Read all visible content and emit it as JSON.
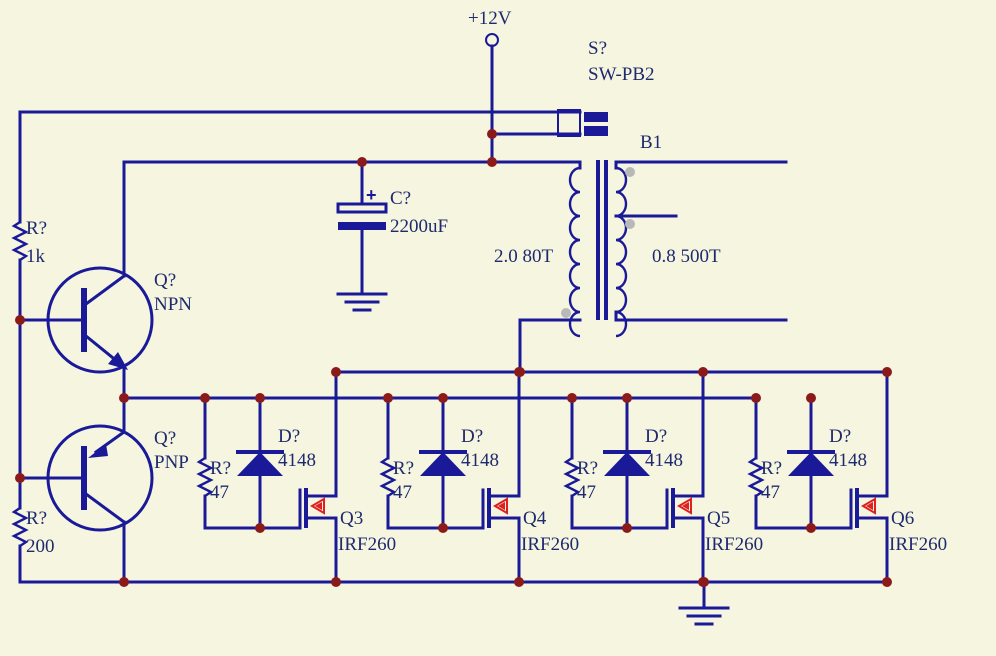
{
  "schematic": {
    "supply": {
      "label": "+12V"
    },
    "switch": {
      "ref": "S?",
      "value": "SW-PB2"
    },
    "transformer": {
      "ref": "B1",
      "primary": "2.0 80T",
      "secondary": "0.8 500T"
    },
    "capacitor": {
      "ref": "C?",
      "value": "2200uF"
    },
    "r_top": {
      "ref": "R?",
      "value": "1k"
    },
    "r_bottom": {
      "ref": "R?",
      "value": "200"
    },
    "npn": {
      "ref": "Q?",
      "type": "NPN"
    },
    "pnp": {
      "ref": "Q?",
      "type": "PNP"
    },
    "stages": [
      {
        "r_ref": "R?",
        "r_value": "47",
        "d_ref": "D?",
        "d_value": "4148",
        "q_ref": "Q3",
        "q_value": "IRF260"
      },
      {
        "r_ref": "R?",
        "r_value": "47",
        "d_ref": "D?",
        "d_value": "4148",
        "q_ref": "Q4",
        "q_value": "IRF260"
      },
      {
        "r_ref": "R?",
        "r_value": "47",
        "d_ref": "D?",
        "d_value": "4148",
        "q_ref": "Q5",
        "q_value": "IRF260"
      },
      {
        "r_ref": "R?",
        "r_value": "47",
        "d_ref": "D?",
        "d_value": "4148",
        "q_ref": "Q6",
        "q_value": "IRF260"
      }
    ]
  }
}
